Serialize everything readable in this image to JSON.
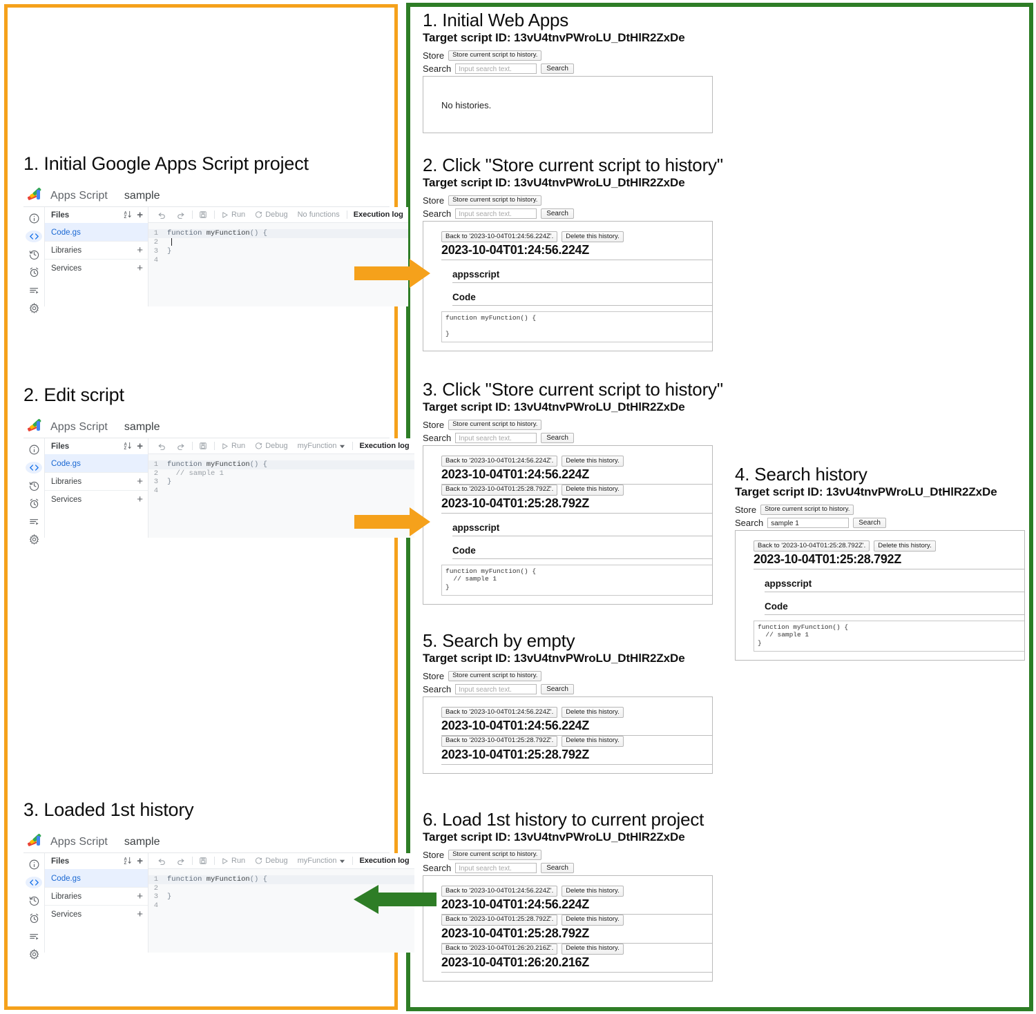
{
  "left_panel": {
    "border_color": "#F5A11B",
    "blocks": [
      {
        "title": "1. Initial Google Apps Script project",
        "app": {
          "brand": "Apps Script",
          "project": "sample",
          "files_header": "Files",
          "files": [
            {
              "label": "Code.gs",
              "selected": true,
              "plus": ""
            },
            {
              "label": "Libraries",
              "selected": false,
              "plus": "+"
            },
            {
              "label": "Services",
              "selected": false,
              "plus": "+"
            }
          ],
          "toolbar": {
            "run": "Run",
            "debug": "Debug",
            "function_select": "No functions",
            "execution_log": "Execution log"
          },
          "code_lines": [
            {
              "n": "1",
              "text": "function myFunction() {"
            },
            {
              "n": "2",
              "text": ""
            },
            {
              "n": "3",
              "text": "}"
            },
            {
              "n": "4",
              "text": ""
            }
          ]
        }
      },
      {
        "title": "2. Edit script",
        "app": {
          "brand": "Apps Script",
          "project": "sample",
          "files_header": "Files",
          "files": [
            {
              "label": "Code.gs",
              "selected": true,
              "plus": ""
            },
            {
              "label": "Libraries",
              "selected": false,
              "plus": "+"
            },
            {
              "label": "Services",
              "selected": false,
              "plus": "+"
            }
          ],
          "toolbar": {
            "run": "Run",
            "debug": "Debug",
            "function_select": "myFunction",
            "execution_log": "Execution log"
          },
          "code_lines": [
            {
              "n": "1",
              "text": "function myFunction() {"
            },
            {
              "n": "2",
              "text": "  // sample 1"
            },
            {
              "n": "3",
              "text": "}"
            },
            {
              "n": "4",
              "text": ""
            }
          ]
        }
      },
      {
        "title": "3. Loaded 1st history",
        "app": {
          "brand": "Apps Script",
          "project": "sample",
          "files_header": "Files",
          "files": [
            {
              "label": "Code.gs",
              "selected": true,
              "plus": ""
            },
            {
              "label": "Libraries",
              "selected": false,
              "plus": "+"
            },
            {
              "label": "Services",
              "selected": false,
              "plus": "+"
            }
          ],
          "toolbar": {
            "run": "Run",
            "debug": "Debug",
            "function_select": "myFunction",
            "execution_log": "Execution log"
          },
          "code_lines": [
            {
              "n": "1",
              "text": "function myFunction() {"
            },
            {
              "n": "2",
              "text": ""
            },
            {
              "n": "3",
              "text": "}"
            },
            {
              "n": "4",
              "text": ""
            }
          ]
        }
      }
    ]
  },
  "right_panel": {
    "border_color": "#2E7D26",
    "common": {
      "script_id_label": "Target script ID: 13vU4tnvPWroLU_DtHlR2ZxDe",
      "store_label": "Store",
      "store_button": "Store current script to history.",
      "search_label": "Search",
      "search_placeholder": "Input search text.",
      "search_button": "Search",
      "delete_button": "Delete this history.",
      "section_appsscript": "appsscript",
      "section_code": "Code"
    },
    "blocks": [
      {
        "title": "1. Initial Web Apps",
        "search_value": "",
        "empty_text": "No histories.",
        "histories": []
      },
      {
        "title": "2. Click \"Store current script to history\"",
        "search_value": "",
        "histories": [
          {
            "back_button": "Back to '2023-10-04T01:24:56.224Z'.",
            "timestamp": "2023-10-04T01:24:56.224Z",
            "expanded": true,
            "code": "function myFunction() {\n\n}"
          }
        ]
      },
      {
        "title": "3. Click \"Store current script to history\"",
        "search_value": "",
        "histories": [
          {
            "back_button": "Back to '2023-10-04T01:24:56.224Z'.",
            "timestamp": "2023-10-04T01:24:56.224Z",
            "expanded": false
          },
          {
            "back_button": "Back to '2023-10-04T01:25:28.792Z'.",
            "timestamp": "2023-10-04T01:25:28.792Z",
            "expanded": true,
            "code": "function myFunction() {\n  // sample 1\n}"
          }
        ]
      },
      {
        "title": "4. Search history",
        "search_value": "sample 1",
        "histories": [
          {
            "back_button": "Back to '2023-10-04T01:25:28.792Z'.",
            "timestamp": "2023-10-04T01:25:28.792Z",
            "expanded": true,
            "code": "function myFunction() {\n  // sample 1\n}"
          }
        ]
      },
      {
        "title": "5. Search by empty",
        "search_value": "",
        "histories": [
          {
            "back_button": "Back to '2023-10-04T01:24:56.224Z'.",
            "timestamp": "2023-10-04T01:24:56.224Z",
            "expanded": false
          },
          {
            "back_button": "Back to '2023-10-04T01:25:28.792Z'.",
            "timestamp": "2023-10-04T01:25:28.792Z",
            "expanded": false
          }
        ]
      },
      {
        "title": "6. Load 1st history to current project",
        "search_value": "",
        "histories": [
          {
            "back_button": "Back to '2023-10-04T01:24:56.224Z'.",
            "timestamp": "2023-10-04T01:24:56.224Z",
            "expanded": false
          },
          {
            "back_button": "Back to '2023-10-04T01:25:28.792Z'.",
            "timestamp": "2023-10-04T01:25:28.792Z",
            "expanded": false
          },
          {
            "back_button": "Back to '2023-10-04T01:26:20.216Z'.",
            "timestamp": "2023-10-04T01:26:20.216Z",
            "expanded": false
          }
        ]
      }
    ]
  },
  "arrows": [
    {
      "name": "arrow-step1-to-web2",
      "direction": "right",
      "color": "#F5A11B"
    },
    {
      "name": "arrow-step2-to-web3",
      "direction": "right",
      "color": "#F5A11B"
    },
    {
      "name": "arrow-web6-to-step3",
      "direction": "left",
      "color": "#2E7D26"
    }
  ]
}
